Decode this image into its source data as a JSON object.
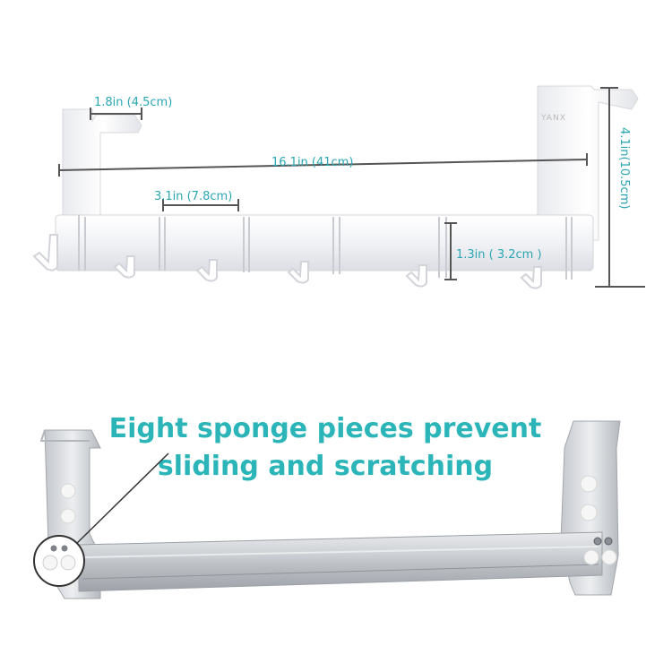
{
  "dimensions": {
    "hook_depth": "1.8in (4.5cm)",
    "total_length": "16.1in (41cm)",
    "hook_spacing": "3.1in (7.8cm)",
    "bar_height": "1.3in ( 3.2cm )",
    "total_height": "4.1in(10.5cm)"
  },
  "brand": "YANX",
  "callout": {
    "line1": "Eight sponge pieces prevent",
    "line2": "sliding and scratching"
  },
  "colors": {
    "accent": "#2aa6b3",
    "dimension_line": "#555555",
    "rack_white": "#f4f4f6",
    "metal": "#c9ccd1"
  }
}
